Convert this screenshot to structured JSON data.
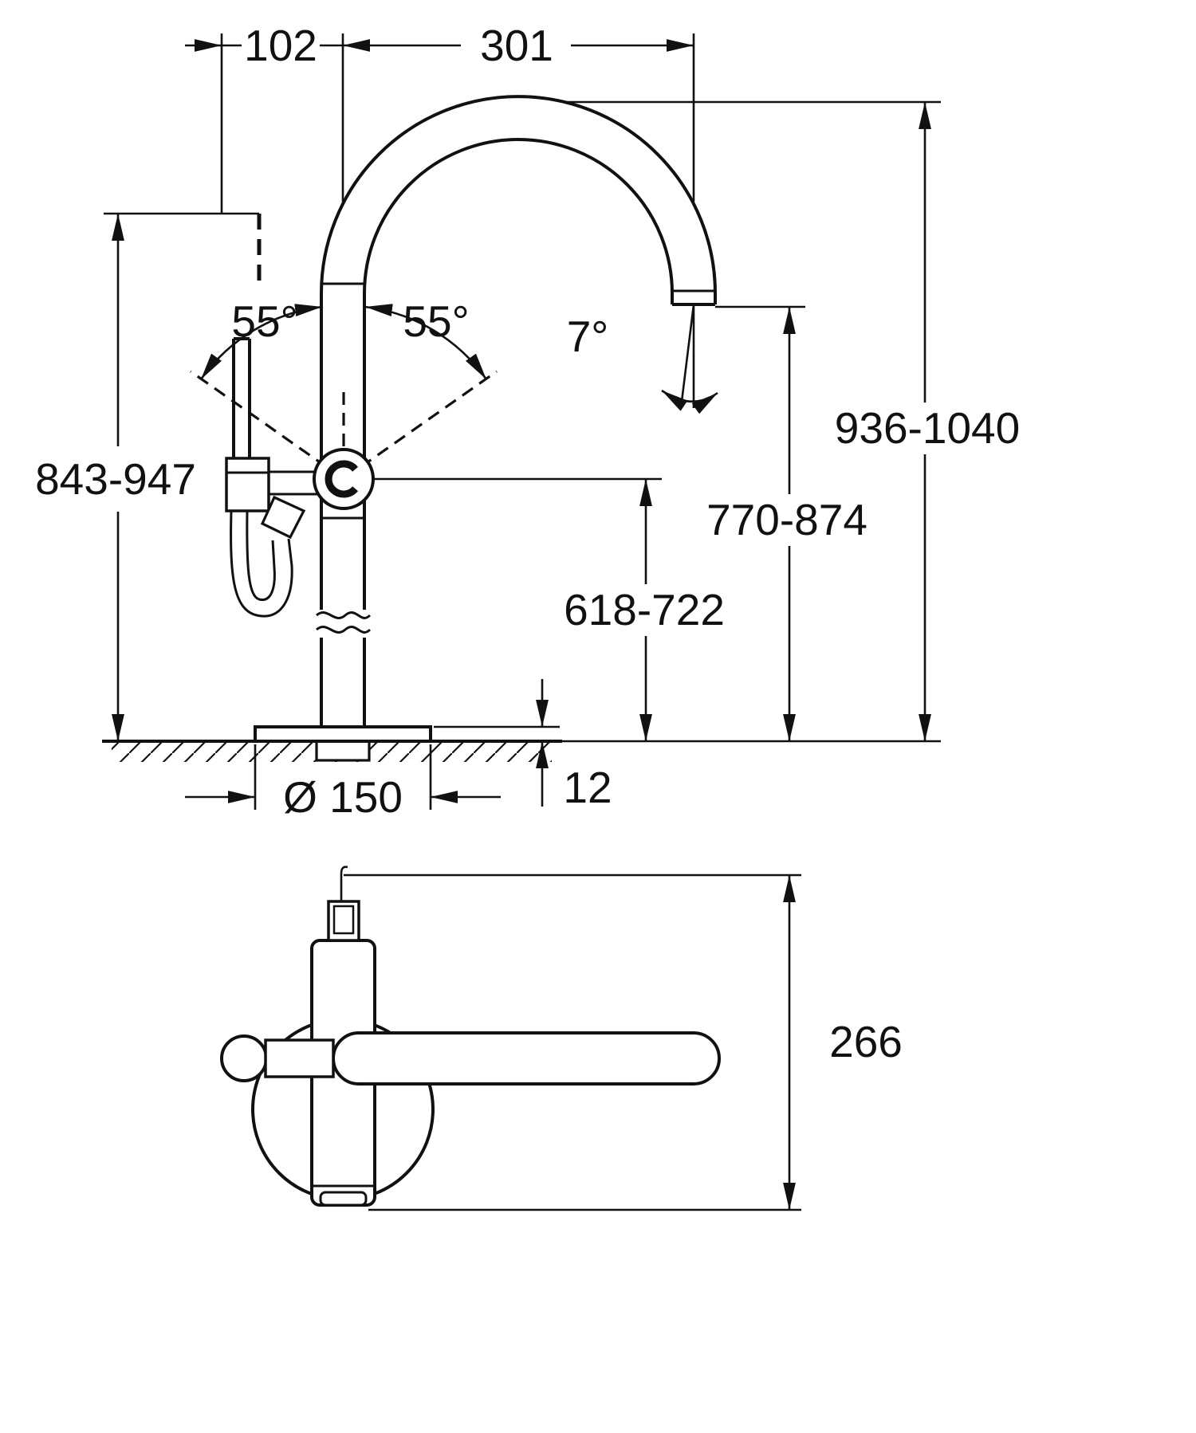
{
  "drawing": {
    "front": {
      "offset_width": "102",
      "spout_reach": "301",
      "swivel_left": "55°",
      "swivel_right": "55°",
      "spout_angle": "7°",
      "handle_height": "843-947",
      "total_height": "936-1040",
      "spout_height": "770-874",
      "pivot_height": "618-722",
      "base_diameter": "Ø 150",
      "base_thickness": "12"
    },
    "plan": {
      "depth": "266"
    }
  },
  "colors": {
    "ink": "#111111",
    "paper": "#ffffff"
  }
}
